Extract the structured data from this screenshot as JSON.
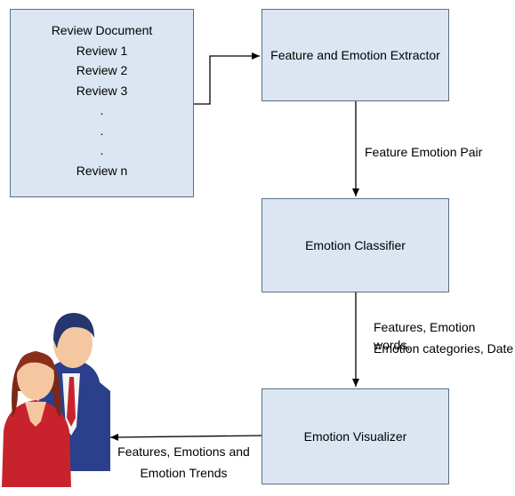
{
  "document": {
    "title": "Review Document",
    "lines": [
      "Review 1",
      "Review 2",
      "Review 3",
      ".",
      ".",
      ".",
      "Review n"
    ]
  },
  "extractor": {
    "label": "Feature and Emotion Extractor"
  },
  "classifier": {
    "label": "Emotion Classifier"
  },
  "visualizer": {
    "label": "Emotion Visualizer"
  },
  "edges": {
    "extractor_to_classifier": "Feature Emotion Pair",
    "classifier_to_visualizer_line1": "Features, Emotion words,",
    "classifier_to_visualizer_line2": "Emotion categories, Date",
    "visualizer_to_users_line1": "Features, Emotions and",
    "visualizer_to_users_line2": "Emotion Trends"
  },
  "colors": {
    "box_fill": "#dce6f2",
    "box_border": "#5a6f86"
  }
}
